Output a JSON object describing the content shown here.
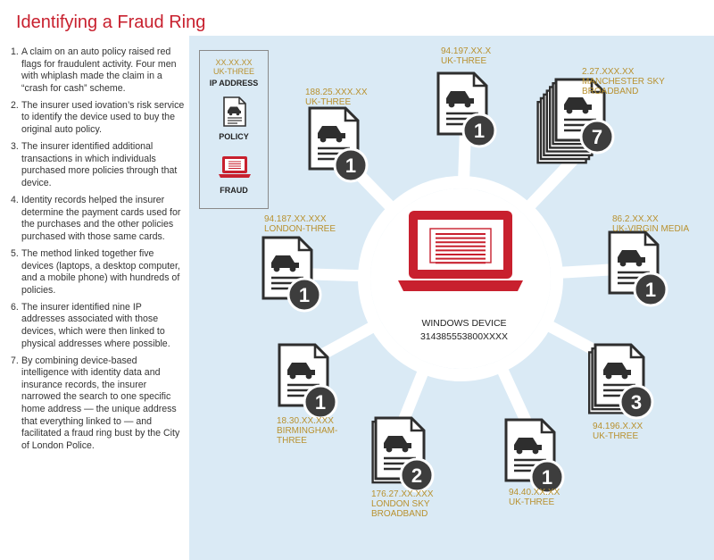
{
  "title": "Identifying a Fraud Ring",
  "steps": [
    {
      "num": "1.",
      "text": "A claim on an auto policy raised red flags for fraudulent activity. Four men with whiplash made the claim in a “crash for cash” scheme."
    },
    {
      "num": "2.",
      "text": "The insurer used iovation’s risk service to identify the device used to buy the original auto policy."
    },
    {
      "num": "3.",
      "text": "The insurer identified additional transactions in which individuals purchased more policies through that device."
    },
    {
      "num": "4.",
      "text": "Identity records helped the insurer determine the payment cards used for the purchases and the other policies purchased with those same cards."
    },
    {
      "num": "5.",
      "text": "The method linked together five devices (laptops, a desktop computer, and a mobile phone) with hundreds of policies."
    },
    {
      "num": "6.",
      "text": "The insurer identified nine IP addresses associated with those devices, which were then linked to physical addresses where possible."
    },
    {
      "num": "7.",
      "text": "By combining device-based intelligence with identity data and insurance records, the insurer narrowed the search to one specific home address — the unique address that everything linked to — and facilitated a fraud ring bust by the City of London Police."
    }
  ],
  "legend": {
    "ip_line1": "XX.XX.XX",
    "ip_line2": "UK-THREE",
    "ip_label": "IP ADDRESS",
    "policy_label": "POLICY",
    "fraud_label": "FRAUD"
  },
  "center": {
    "line1": "WINDOWS DEVICE",
    "line2": "314385553800XXXX"
  },
  "nodes": [
    {
      "count": "1",
      "ip": "94.197.XX.X",
      "isp": "UK-THREE"
    },
    {
      "count": "7",
      "ip": "2.27.XXX.XX",
      "isp": "MANCHESTER SKY BROADBAND"
    },
    {
      "count": "1",
      "ip": "86.2.XX.XX",
      "isp": "UK-VIRGIN MEDIA"
    },
    {
      "count": "3",
      "ip": "94.196.X.XX",
      "isp": "UK-THREE"
    },
    {
      "count": "1",
      "ip": "94.40.XX.XX",
      "isp": "UK-THREE"
    },
    {
      "count": "2",
      "ip": "176.27.XX.XXX",
      "isp": "LONDON SKY BROADBAND"
    },
    {
      "count": "1",
      "ip": "18.30.XX.XXX",
      "isp": "BIRMINGHAM-THREE"
    },
    {
      "count": "1",
      "ip": "94.187.XX.XXX",
      "isp": "LONDON-THREE"
    },
    {
      "count": "1",
      "ip": "188.25.XXX.XX",
      "isp": "UK-THREE"
    }
  ],
  "colors": {
    "accent": "#c8202e",
    "ip_text": "#b8912f",
    "badge": "#3d3d3d",
    "panel": "#daeaf5"
  }
}
